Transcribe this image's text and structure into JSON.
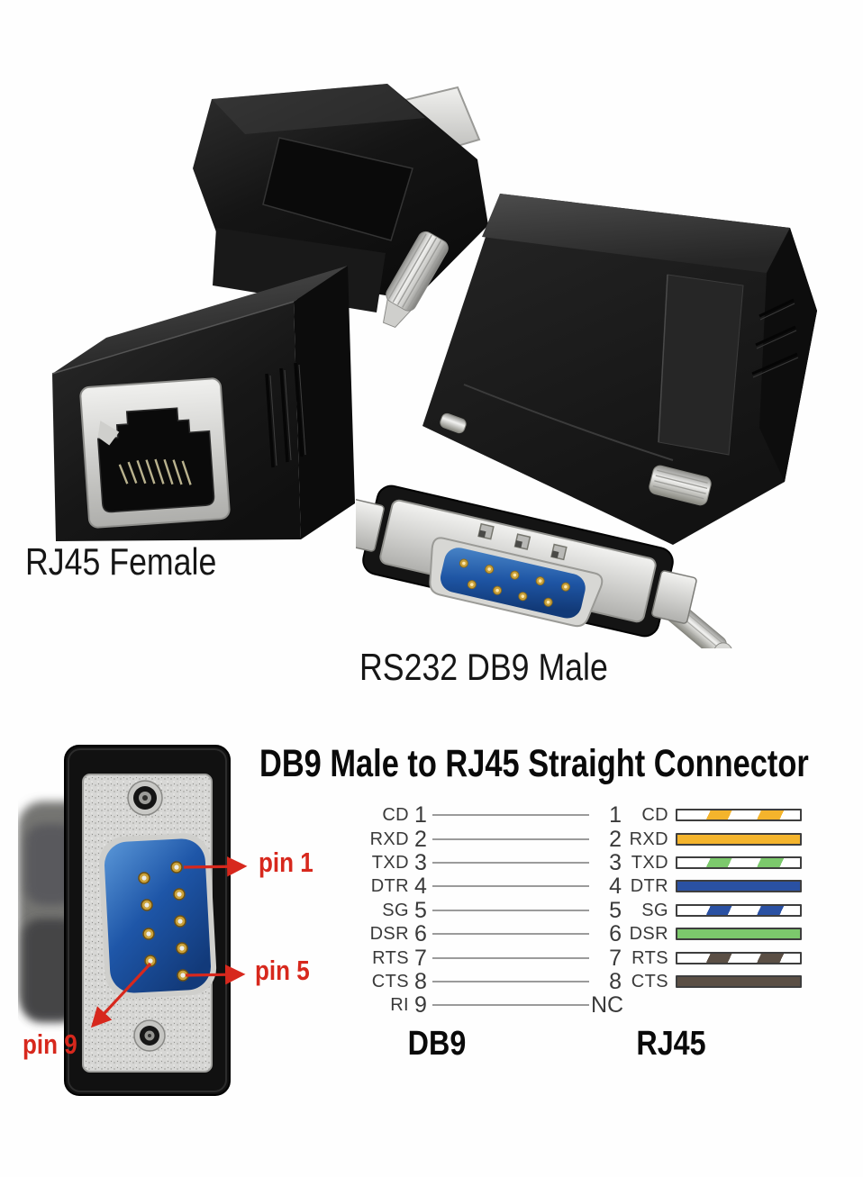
{
  "colors": {
    "wires": {
      "orange": "#F4B42C",
      "blue": "#2A51A3",
      "green": "#7CC96C",
      "brown": "#5B4F45"
    },
    "red_annotation": "#D7281D",
    "connector_line": "#9B9B9B",
    "bar_outline": "#3E3E3E"
  },
  "product_photos": {
    "left_caption": "RJ45 Female",
    "right_caption": "RS232 DB9 Male"
  },
  "pinout_photo": {
    "callouts": [
      {
        "text": "pin 1"
      },
      {
        "text": "pin 5"
      },
      {
        "text": "pin 9"
      }
    ]
  },
  "diagram": {
    "title": "DB9 Male to RJ45 Straight Connector",
    "left_column_footer": "DB9",
    "right_column_footer": "RJ45",
    "rows": [
      {
        "db9_signal": "CD",
        "db9_pin": "1",
        "rj45_pin": "1",
        "rj45_signal": "CD",
        "wire_style": "striped",
        "wire_color": "orange"
      },
      {
        "db9_signal": "RXD",
        "db9_pin": "2",
        "rj45_pin": "2",
        "rj45_signal": "RXD",
        "wire_style": "solid",
        "wire_color": "orange"
      },
      {
        "db9_signal": "TXD",
        "db9_pin": "3",
        "rj45_pin": "3",
        "rj45_signal": "TXD",
        "wire_style": "striped",
        "wire_color": "green"
      },
      {
        "db9_signal": "DTR",
        "db9_pin": "4",
        "rj45_pin": "4",
        "rj45_signal": "DTR",
        "wire_style": "solid",
        "wire_color": "blue"
      },
      {
        "db9_signal": "SG",
        "db9_pin": "5",
        "rj45_pin": "5",
        "rj45_signal": "SG",
        "wire_style": "striped",
        "wire_color": "blue"
      },
      {
        "db9_signal": "DSR",
        "db9_pin": "6",
        "rj45_pin": "6",
        "rj45_signal": "DSR",
        "wire_style": "solid",
        "wire_color": "green"
      },
      {
        "db9_signal": "RTS",
        "db9_pin": "7",
        "rj45_pin": "7",
        "rj45_signal": "RTS",
        "wire_style": "striped",
        "wire_color": "brown"
      },
      {
        "db9_signal": "CTS",
        "db9_pin": "8",
        "rj45_pin": "8",
        "rj45_signal": "CTS",
        "wire_style": "solid",
        "wire_color": "brown"
      },
      {
        "db9_signal": "RI",
        "db9_pin": "9",
        "rj45_pin": "NC",
        "rj45_signal": "",
        "wire_style": "none",
        "wire_color": ""
      }
    ]
  }
}
